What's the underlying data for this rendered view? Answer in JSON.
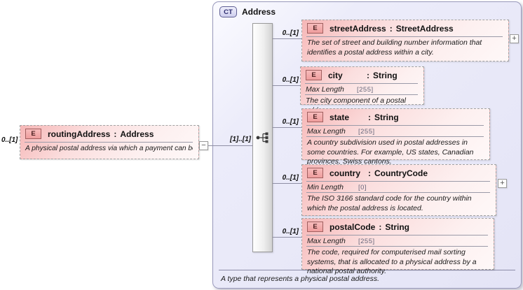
{
  "glyphs": {
    "element_badge": "E",
    "complex_type_badge": "CT",
    "colon": ":",
    "collapse": "−",
    "expand": "+"
  },
  "root": {
    "cardinality": "0..[1]",
    "name": "routingAddress",
    "type": "Address",
    "description": "A physical postal address via which a payment can be routed."
  },
  "complex_type": {
    "title": "Address",
    "footer": "A type that represents a physical postal address.",
    "sequence_cardinality": "[1]..[1]",
    "children": [
      {
        "cardinality": "0..[1]",
        "name": "streetAddress",
        "type": "StreetAddress",
        "description": "The set of street and building number information that identifies a postal address within a city."
      },
      {
        "cardinality": "0..[1]",
        "name": "city",
        "type": "String",
        "facet_label": "Max Length",
        "facet_value": "[255]",
        "description": "The city component of a postal address."
      },
      {
        "cardinality": "0..[1]",
        "name": "state",
        "type": "String",
        "facet_label": "Max Length",
        "facet_value": "[255]",
        "description": "A country subdivision used in postal addresses in some countries. For example, US states, Canadian provinces, Swiss cantons."
      },
      {
        "cardinality": "0..[1]",
        "name": "country",
        "type": "CountryCode",
        "facet_label": "Min Length",
        "facet_value": "[0]",
        "description": "The ISO 3166 standard code for the country within which the postal address is located."
      },
      {
        "cardinality": "0..[1]",
        "name": "postalCode",
        "type": "String",
        "facet_label": "Max Length",
        "facet_value": "[255]",
        "description": "The code, required for computerised mail sorting systems, that is allocated to a physical address by a national postal authority."
      }
    ]
  }
}
